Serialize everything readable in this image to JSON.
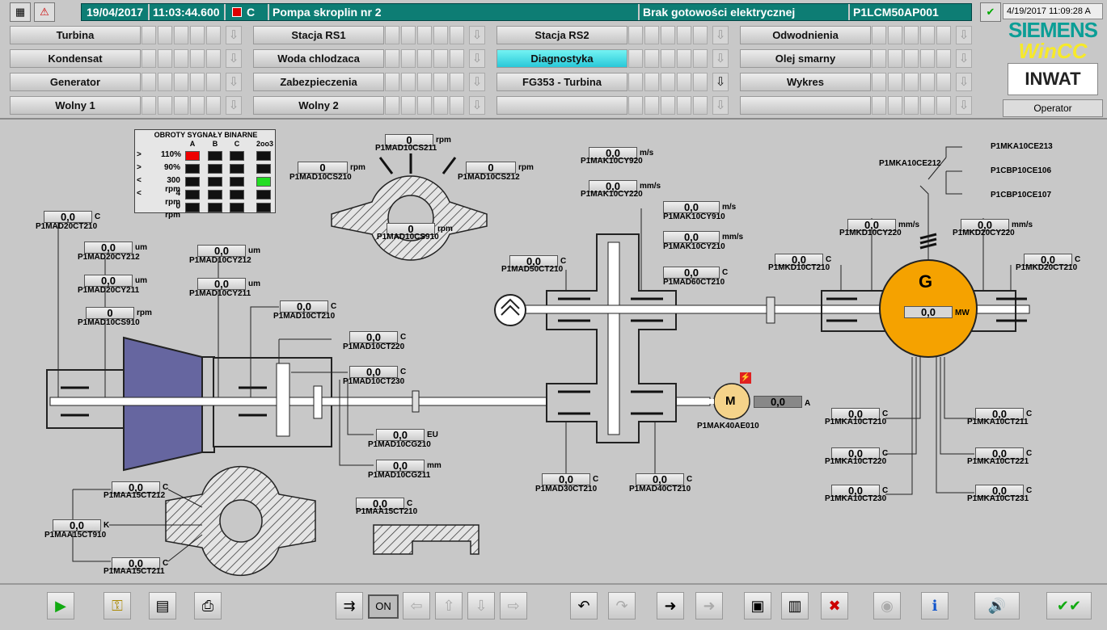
{
  "header": {
    "date": "19/04/2017",
    "time": "11:03:44.600",
    "alarm_class": "C",
    "object": "Pompa skroplin nr 2",
    "message": "Brak gotowości elektrycznej",
    "tag": "P1LCM50AP001",
    "clock": "4/19/2017 11:09:28 A"
  },
  "nav": [
    [
      "Turbina",
      "Stacja RS1",
      "Stacja RS2",
      "Odwodnienia"
    ],
    [
      "Kondensat",
      "Woda chlodzaca",
      "Diagnostyka",
      "Olej smarny"
    ],
    [
      "Generator",
      "Zabezpieczenia",
      "FG353 - Turbina",
      "Wykres"
    ],
    [
      "Wolny 1",
      "Wolny 2",
      "",
      ""
    ]
  ],
  "nav_active": "Diagnostyka",
  "logo": {
    "brand": "SIEMENS",
    "product": "WinCC",
    "company": "INWAT"
  },
  "user": "Operator",
  "bin_panel": {
    "title": "OBROTY SYGNAŁY BINARNE",
    "cols": [
      "A",
      "B",
      "C",
      "2oo3"
    ],
    "rows": [
      {
        "op": ">",
        "val": "110%",
        "cells": [
          "red",
          "off",
          "off",
          "off"
        ]
      },
      {
        "op": ">",
        "val": "90%",
        "cells": [
          "off",
          "off",
          "off",
          "off"
        ]
      },
      {
        "op": "<",
        "val": "300 rpm",
        "cells": [
          "off",
          "off",
          "off",
          "green"
        ]
      },
      {
        "op": "<",
        "val": "4 rpm",
        "cells": [
          "off",
          "off",
          "off",
          "off"
        ]
      },
      {
        "op": "",
        "val": "0 rpm",
        "cells": [
          "off",
          "off",
          "off",
          "off"
        ]
      }
    ]
  },
  "measurements": [
    {
      "id": "P1MAD10CS211",
      "value": "0",
      "unit": "rpm"
    },
    {
      "id": "P1MAD10CS210",
      "value": "0",
      "unit": "rpm"
    },
    {
      "id": "P1MAD10CS212",
      "value": "0",
      "unit": "rpm"
    },
    {
      "id": "P1MAD10CS910",
      "value": "0",
      "unit": "rpm"
    },
    {
      "id": "P1MAD20CT210",
      "value": "0,0",
      "unit": "C"
    },
    {
      "id": "P1MAD20CY212",
      "value": "0,0",
      "unit": "um"
    },
    {
      "id": "P1MAD20CY211",
      "value": "0,0",
      "unit": "um"
    },
    {
      "id": "P1MAD10CS910",
      "value": "0",
      "unit": "rpm"
    },
    {
      "id": "P1MAD10CY212",
      "value": "0,0",
      "unit": "um"
    },
    {
      "id": "P1MAD10CY211",
      "value": "0,0",
      "unit": "um"
    },
    {
      "id": "P1MAD10CT210",
      "value": "0,0",
      "unit": "C"
    },
    {
      "id": "P1MAD10CT220",
      "value": "0,0",
      "unit": "C"
    },
    {
      "id": "P1MAD10CT230",
      "value": "0,0",
      "unit": "C"
    },
    {
      "id": "P1MAD10CG210",
      "value": "0,0",
      "unit": "EU"
    },
    {
      "id": "P1MAD10CG211",
      "value": "0,0",
      "unit": "mm"
    },
    {
      "id": "P1MAK10CY920",
      "value": "0,0",
      "unit": "m/s"
    },
    {
      "id": "P1MAK10CY220",
      "value": "0,0",
      "unit": "mm/s"
    },
    {
      "id": "P1MAK10CY910",
      "value": "0,0",
      "unit": "m/s"
    },
    {
      "id": "P1MAK10CY210",
      "value": "0,0",
      "unit": "mm/s"
    },
    {
      "id": "P1MAD50CT210",
      "value": "0,0",
      "unit": "C"
    },
    {
      "id": "P1MAD60CT210",
      "value": "0,0",
      "unit": "C"
    },
    {
      "id": "P1MAD30CT210",
      "value": "0,0",
      "unit": "C"
    },
    {
      "id": "P1MAD40CT210",
      "value": "0,0",
      "unit": "C"
    },
    {
      "id": "P1MKD10CY220",
      "value": "0,0",
      "unit": "mm/s"
    },
    {
      "id": "P1MKD20CY220",
      "value": "0,0",
      "unit": "mm/s"
    },
    {
      "id": "P1MKD10CT210",
      "value": "0,0",
      "unit": "C"
    },
    {
      "id": "P1MKD20CT210",
      "value": "0,0",
      "unit": "C"
    },
    {
      "id": "P1MKA10CT210",
      "value": "0,0",
      "unit": "C"
    },
    {
      "id": "P1MKA10CT220",
      "value": "0,0",
      "unit": "C"
    },
    {
      "id": "P1MKA10CT230",
      "value": "0,0",
      "unit": "C"
    },
    {
      "id": "P1MKA10CT211",
      "value": "0,0",
      "unit": "C"
    },
    {
      "id": "P1MKA10CT221",
      "value": "0,0",
      "unit": "C"
    },
    {
      "id": "P1MKA10CT231",
      "value": "0,0",
      "unit": "C"
    },
    {
      "id": "P1MAA15CT212",
      "value": "0,0",
      "unit": "C"
    },
    {
      "id": "P1MAA15CT910",
      "value": "0,0",
      "unit": "K"
    },
    {
      "id": "P1MAA15CT211",
      "value": "0,0",
      "unit": "C"
    },
    {
      "id": "P1MAA15CT210",
      "value": "0,0",
      "unit": "C"
    }
  ],
  "generator": {
    "label": "G",
    "power": "0,0",
    "unit": "MW"
  },
  "motor": {
    "label": "M",
    "tag": "P1MAK40AE010",
    "current": "0,0",
    "unit": "A"
  },
  "switches": {
    "main": "P1MKA10CE212",
    "s1": "P1MKA10CE213",
    "s2": "P1CBP10CE106",
    "s3": "P1CBP10CE107"
  },
  "bottom": {
    "on_label": "ON"
  }
}
